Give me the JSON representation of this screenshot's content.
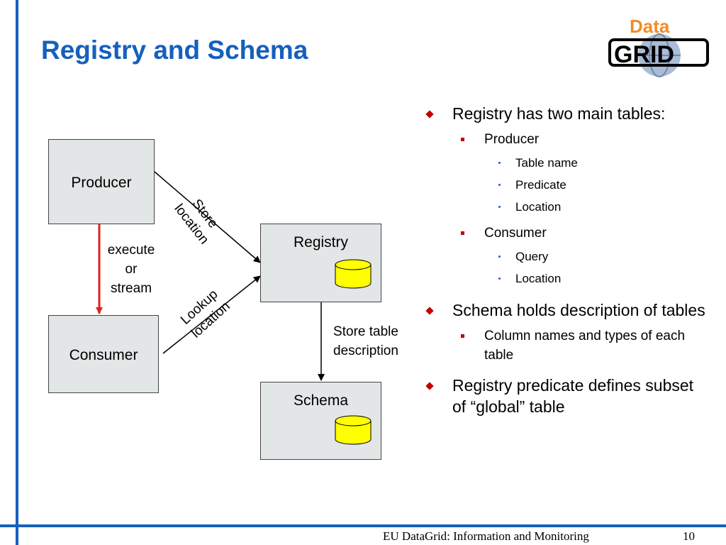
{
  "title": "Registry and Schema",
  "logo": {
    "word_top": "Data",
    "word_bottom": "GRID"
  },
  "diagram": {
    "producer": "Producer",
    "consumer": "Consumer",
    "registry": "Registry",
    "schema": "Schema",
    "edge_execute": [
      "execute",
      "or",
      "stream"
    ],
    "edge_store_location": [
      "Store",
      "location"
    ],
    "edge_lookup_location": [
      "Lookup",
      "location"
    ],
    "edge_store_table": [
      "Store table",
      "description"
    ]
  },
  "bullets": {
    "b1": "Registry has two main tables:",
    "b1_producer": "Producer",
    "b1_producer_items": [
      "Table name",
      "Predicate",
      "Location"
    ],
    "b1_consumer": "Consumer",
    "b1_consumer_items": [
      "Query",
      "Location"
    ],
    "b2": "Schema holds description of tables",
    "b2_sub": "Column names and types of each table",
    "b3": "Registry predicate defines subset of “global” table"
  },
  "footer": {
    "text": "EU DataGrid: Information and Monitoring",
    "page": "10"
  },
  "colors": {
    "accent": "#1560bd",
    "bullet": "#c00000",
    "db": "#ffff00",
    "box": "#e2e6e6",
    "logo_orange": "#f28c28",
    "red_arrow": "#e02020"
  }
}
